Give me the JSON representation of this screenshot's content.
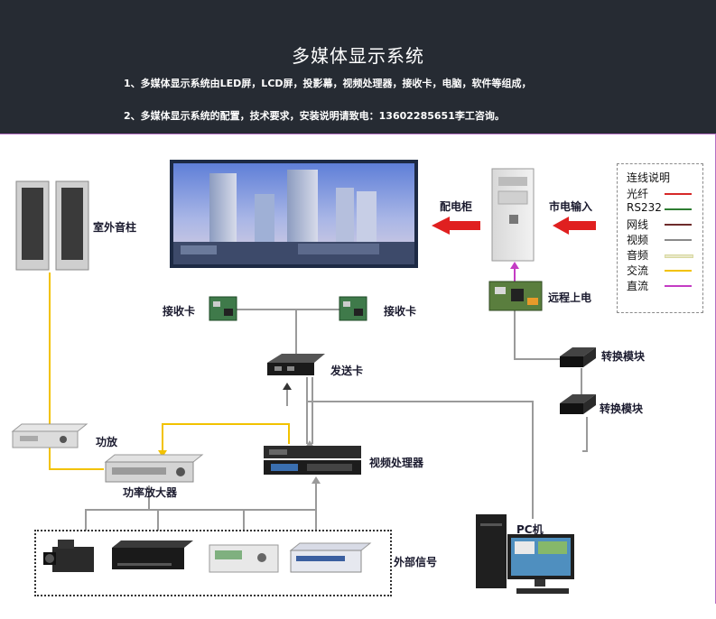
{
  "header": {
    "title": "多媒体显示系统",
    "line1": "1、多媒体显示系统由LED屏，LCD屏，投影幕，视频处理器，接收卡，电脑，软件等组成，",
    "line2": "2、多媒体显示系统的配置，技术要求，安装说明请致电：13602285651李工咨询。"
  },
  "labels": {
    "speaker": "室外音柱",
    "distribution_cabinet": "配电柜",
    "mains_input": "市电输入",
    "receive_card_left": "接收卡",
    "receive_card_right": "接收卡",
    "remote_power": "远程上电",
    "sending_card": "发送卡",
    "converter_1": "转换模块",
    "converter_2": "转换模块",
    "amplifier": "功放",
    "power_amplifier": "功率放大器",
    "video_processor": "视频处理器",
    "pc": "PC机",
    "external_signal": "外部信号"
  },
  "legend": {
    "title": "连线说明",
    "items": [
      {
        "label": "光纤",
        "color": "#d62828"
      },
      {
        "label": "RS232",
        "color": "#2e7d32"
      },
      {
        "label": "网线",
        "color": "#6d2b2b"
      },
      {
        "label": "视频",
        "color": "#8a8a8a"
      },
      {
        "label": "音频",
        "color": "#e8e8c8"
      },
      {
        "label": "交流",
        "color": "#f2c200"
      },
      {
        "label": "直流",
        "color": "#c43cc4"
      }
    ]
  },
  "colors": {
    "header_bg": "#262b33",
    "arrow_red": "#e02020",
    "wire_gray": "#9a9a9a",
    "wire_yellow": "#f2c200",
    "frame_border": "#b46ec3"
  }
}
